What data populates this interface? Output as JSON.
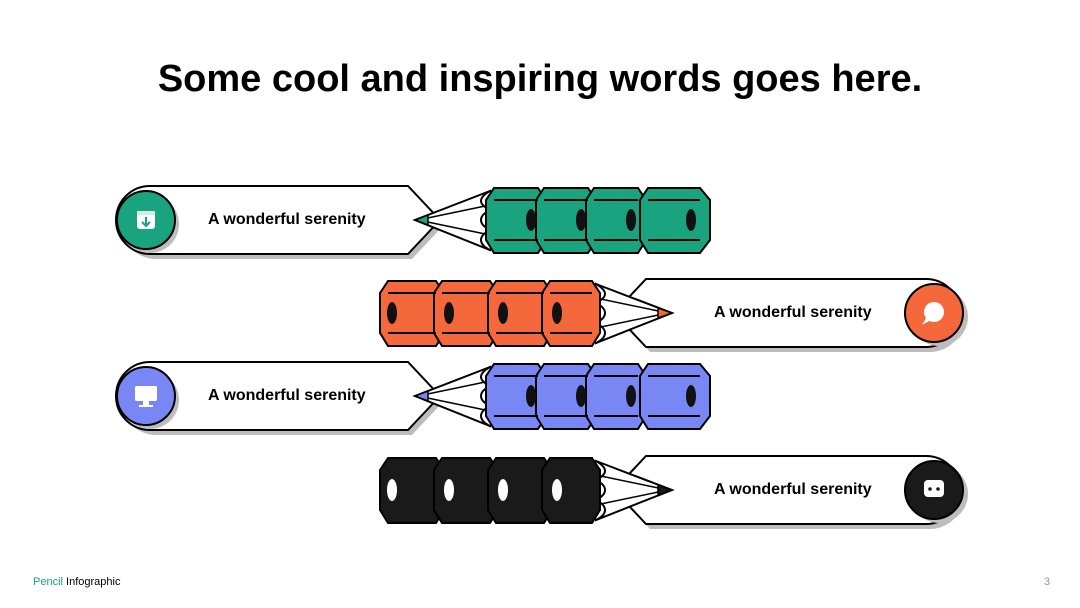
{
  "slide": {
    "title": "Some cool and inspiring words goes here.",
    "footer": {
      "accent": "Pencil",
      "rest": " Infographic"
    },
    "page_number": "3"
  },
  "colors": {
    "green": "#1aa37f",
    "orange": "#f4683b",
    "blue": "#7887f3",
    "black": "#1a1a1a",
    "outline": "#000000",
    "footer_accent": "#16a07e"
  },
  "items": [
    {
      "label": "A wonderful serenity",
      "color": "green",
      "icon": "download-box-icon",
      "direction": "left"
    },
    {
      "label": "A wonderful serenity",
      "color": "orange",
      "icon": "chat-bubble-icon",
      "direction": "right"
    },
    {
      "label": "A wonderful serenity",
      "color": "blue",
      "icon": "monitor-icon",
      "direction": "left"
    },
    {
      "label": "A wonderful serenity",
      "color": "black",
      "icon": "message-box-icon",
      "direction": "right"
    }
  ]
}
